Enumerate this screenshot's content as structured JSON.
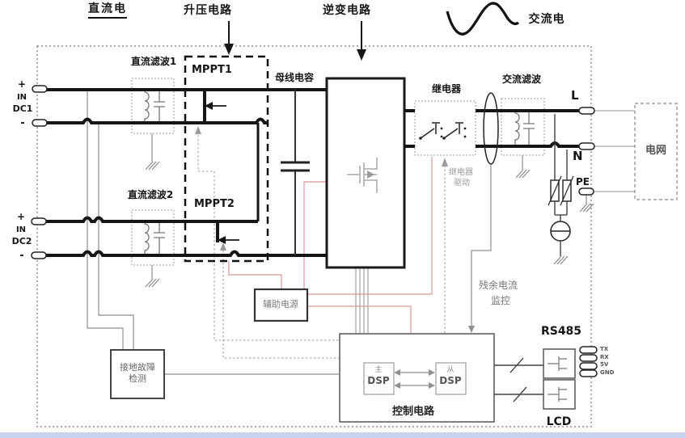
{
  "labels": {
    "dc_power": "直流电",
    "boost": "升压电路",
    "inverter_section": "逆变电路",
    "ac_power": "交流电",
    "dc_filter1": "直流滤波1",
    "dc_filter2": "直流滤波2",
    "mppt1": "MPPT1",
    "mppt2": "MPPT2",
    "bus_cap": "母线电容",
    "relay": "继电器",
    "relay_drive_1": "继电器",
    "relay_drive_2": "驱动",
    "ac_filter": "交流滤波",
    "grid": "电网",
    "line_l": "L",
    "line_n": "N",
    "line_pe": "PE",
    "aux_power": "辅助电源",
    "ground_fault_1": "接地故障",
    "ground_fault_2": "检测",
    "residual_1": "残余电流",
    "residual_2": "监控",
    "control": "控制电路",
    "master_dsp_cn": "主",
    "master_dsp": "DSP",
    "slave_dsp_cn": "从",
    "slave_dsp": "DSP",
    "rs485": "RS485",
    "lcd": "LCD"
  },
  "terminals": {
    "dc1_plus": "+",
    "dc1_in": "IN",
    "dc1_name": "DC1",
    "dc1_minus": "-",
    "dc2_plus": "+",
    "dc2_in": "IN",
    "dc2_name": "DC2",
    "dc2_minus": "-"
  },
  "pins": [
    "TX",
    "RX",
    "5V",
    "GND"
  ],
  "colors": {
    "wire": "#1a1a1a",
    "signal": "#8f8f8f",
    "aux_line": "#dc9898",
    "dashed_box": "#777777"
  }
}
